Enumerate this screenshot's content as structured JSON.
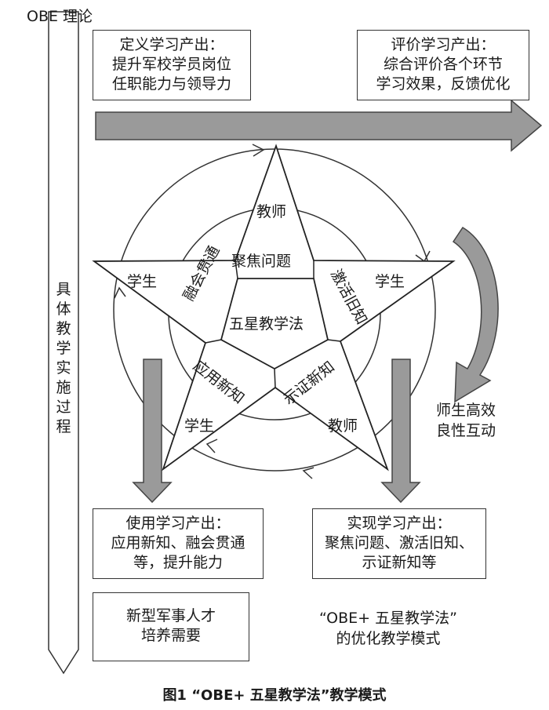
{
  "theory_label": "OBE 理论",
  "process_label": "具体教学实施过程",
  "boxes": {
    "define": {
      "title": "定义学习产出：",
      "line2": "提升军校学员岗位",
      "line3": "任职能力与领导力"
    },
    "evaluate": {
      "title": "评价学习产出：",
      "line2": "综合评价各个环节",
      "line3": "学习效果，反馈优化"
    },
    "use": {
      "title": "使用学习产出：",
      "line2": "应用新知、融会贯通",
      "line3": "等，提升能力"
    },
    "realize": {
      "title": "实现学习产出：",
      "line2": "聚焦问题、激活旧知、",
      "line3": "示证新知等"
    },
    "need": {
      "line1": "新型军事人才",
      "line2": "培养需要"
    }
  },
  "star": {
    "center": "五星教学法",
    "focus": "聚焦问题",
    "activate": "激活旧知",
    "demonstrate": "示证新知",
    "apply": "应用新知",
    "integrate": "融会贯通",
    "teacher_top": "教师",
    "student_right": "学生",
    "teacher_bottom": "教师",
    "student_bottom": "学生",
    "student_left": "学生"
  },
  "interaction": {
    "line1": "师生高效",
    "line2": "良性互动"
  },
  "model_caption": {
    "line1": "“OBE+ 五星教学法”",
    "line2": "的优化教学模式"
  },
  "figure_caption": "图1 “OBE+ 五星教学法”教学模式"
}
